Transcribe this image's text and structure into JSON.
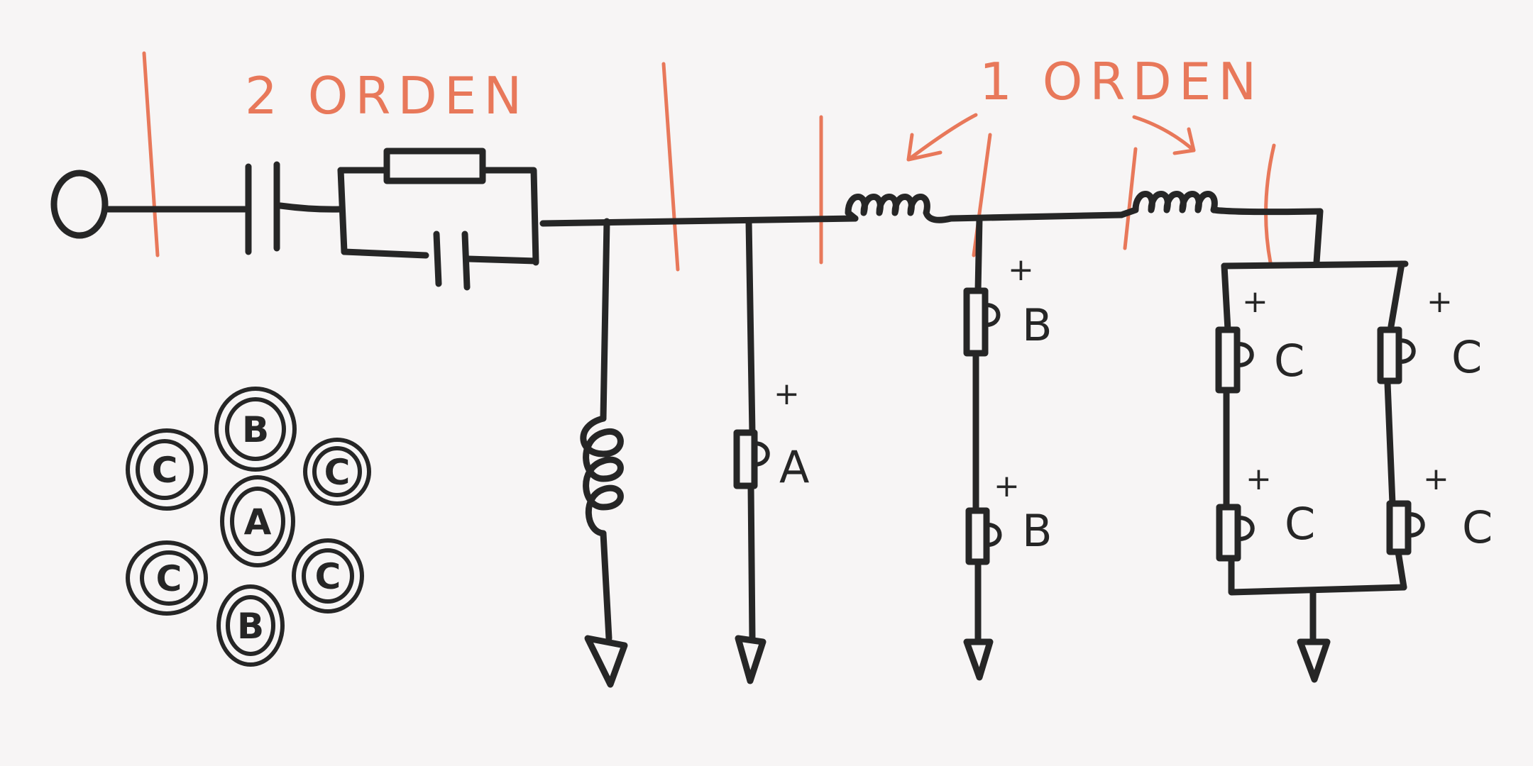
{
  "annotations": {
    "second_order": "2 ORDEN",
    "first_order": "1 ORDEN"
  },
  "marks": {
    "plus": "+",
    "phase_a": "A",
    "phase_b": "B",
    "phase_c": "C"
  },
  "phase_cluster": [
    "B",
    "C",
    "C",
    "A",
    "C",
    "C",
    "B"
  ],
  "colors": {
    "ink": "#262626",
    "marker_red": "#e8785a",
    "board": "#f7f5f5"
  }
}
